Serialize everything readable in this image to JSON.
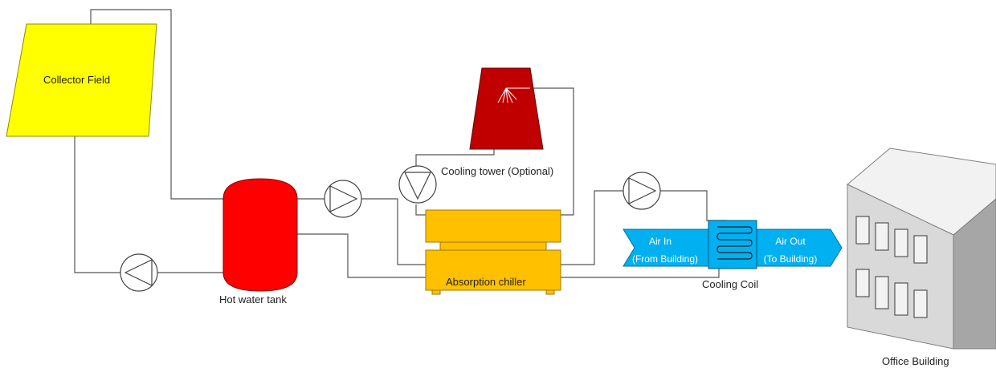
{
  "labels": {
    "collector_field": "Collector Field",
    "hot_water_tank": "Hot water tank",
    "cooling_tower": "Cooling tower (Optional)",
    "absorption_chiller": "Absorption chiller",
    "cooling_coil": "Cooling Coil",
    "office_building": "Office Building",
    "air_in_line1": "Air In",
    "air_in_line2": "(From Building)",
    "air_out_line1": "Air Out",
    "air_out_line2": "(To Building)"
  },
  "colors": {
    "collector": "#ffff00",
    "tank": "#ff0000",
    "cooling_tower": "#c00000",
    "chiller": "#ffc000",
    "air_stream": "#00b0f0",
    "coil": "#00b0f0",
    "building_front": "#d9d9d9",
    "building_side": "#a6a6a6",
    "building_roof": "#f2f2f2"
  },
  "icons": {
    "pump": "pump-icon",
    "spray": "spray-nozzle-icon"
  }
}
